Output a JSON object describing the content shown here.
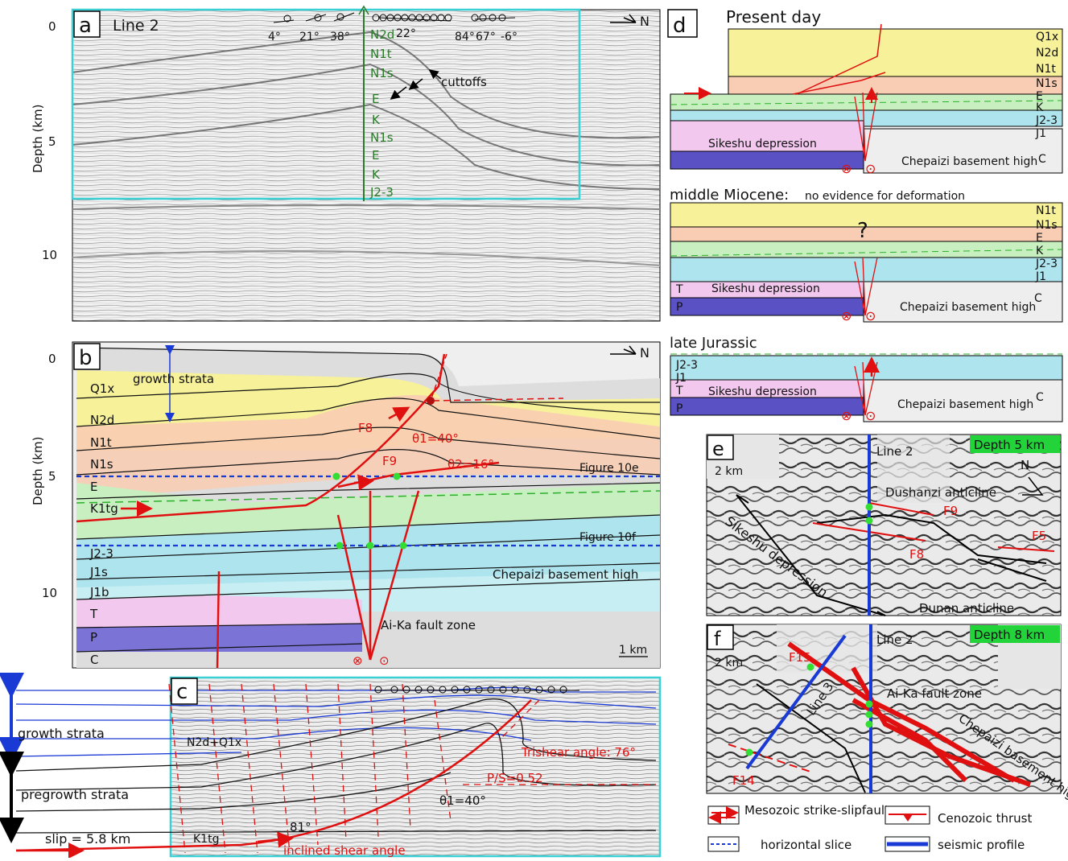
{
  "panel_a": {
    "letter": "a",
    "line_label": "Line 2",
    "north": "N",
    "depth_ticks": [
      "0",
      "5",
      "10"
    ],
    "depth_label": "Depth (km)",
    "dips": [
      "4°",
      "21°",
      "38°",
      "22°",
      "84°",
      "67°",
      "-6°"
    ],
    "well_units": [
      "N2d",
      "N1t",
      "N1s",
      "E",
      "K",
      "N1s",
      "E",
      "K",
      "J2-3"
    ],
    "cutoffs_label": "cuttoffs"
  },
  "panel_b": {
    "letter": "b",
    "north": "N",
    "depth_ticks": [
      "0",
      "5",
      "10"
    ],
    "depth_label": "Depth (km)",
    "growth_strata_label": "growth strata",
    "units": [
      "Q1x",
      "N2d",
      "N1t",
      "N1s",
      "E",
      "K1tg",
      "J2-3",
      "J1s",
      "J1b",
      "T",
      "P",
      "C"
    ],
    "f8": "F8",
    "f9": "F9",
    "theta1": "θ1=40°",
    "theta2": "θ2=16°",
    "fig10e": "Figure 10e",
    "fig10f": "Figure 10f",
    "basement_high": "Chepaizi basement high",
    "fault_zone": "Ai-Ka fault zone",
    "scale": "1 km"
  },
  "panel_c": {
    "letter": "c",
    "growth_strata": "growth strata",
    "pregrowth_strata": "pregrowth strata",
    "slip": "slip = 5.8 km",
    "unit_top": "N2d+Q1x",
    "unit_bottom": "K1tg",
    "trishear": "Trishear angle: 76°",
    "ps": "P/S=0.52",
    "theta1": "θ1=40°",
    "angle81": "81°",
    "inclined": "inclined shear angle"
  },
  "panel_d": {
    "letter": "d",
    "present_day": "Present day",
    "middle_miocene": "middle Miocene:",
    "no_evidence": "no evidence for deformation",
    "late_jurassic": "late Jurassic",
    "sikeshu": "Sikeshu depression",
    "chepaizi": "Chepaizi basement high",
    "question": "?",
    "c_label": "C",
    "present_units": [
      "Q1x",
      "N2d",
      "N1t",
      "N1s",
      "E",
      "K",
      "J2-3",
      "J1"
    ],
    "miocene_units": [
      "N1t",
      "N1s",
      "E",
      "K",
      "J2-3",
      "J1"
    ],
    "jurassic_units": [
      "J2-3",
      "J1"
    ],
    "left_units_miocene": [
      "T",
      "P"
    ],
    "left_units_jurassic": [
      "T",
      "P"
    ],
    "colors": {
      "yellow": "#f7f29a",
      "peach": "#f8cdb4",
      "green": "#c8efc0",
      "cyan": "#aee4ee",
      "pink": "#f3c8ef",
      "purple": "#5a52c4"
    }
  },
  "panel_e": {
    "letter": "e",
    "scale": "2 km",
    "line2": "Line 2",
    "depth": "Depth 5 km",
    "north": "N",
    "dushanzi": "Dushanzi anticline",
    "f9": "F9",
    "f8": "F8",
    "f5": "F5",
    "sikeshu": "Sikeshu depression",
    "dunan": "Dunan anticline"
  },
  "panel_f": {
    "letter": "f",
    "scale": "2 km",
    "line2": "Line 2",
    "line3": "Line 3",
    "depth": "Depth 8 km",
    "f15": "F15",
    "f14": "F14",
    "fault_zone": "Ai-Ka fault zone",
    "chepaizi": "Chepaizi basement high"
  },
  "legend": {
    "mesozoic": "Mesozoic strike-slipfault",
    "cenozoic": "Cenozoic thrust",
    "horizontal": "horizontal slice",
    "seismic": "seismic profile"
  }
}
